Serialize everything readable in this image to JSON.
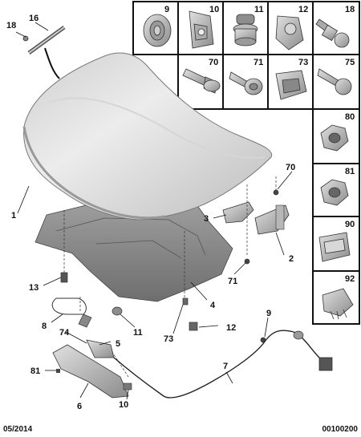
{
  "callouts": {
    "c1": "1",
    "c2": "2",
    "c3": "3",
    "c4": "4",
    "c5": "5",
    "c6": "6",
    "c7": "7",
    "c8": "8",
    "c9": "9",
    "c10": "10",
    "c11": "11",
    "c12": "12",
    "c13": "13",
    "c16": "16",
    "c18": "18",
    "c70": "70",
    "c71": "71",
    "c73": "73",
    "c74": "74",
    "c81": "81"
  },
  "parts_grid": {
    "row1": [
      "9",
      "10",
      "11",
      "12",
      "18"
    ],
    "row2": [
      "70",
      "71",
      "73",
      "75"
    ],
    "side": [
      "80",
      "81",
      "90",
      "92"
    ]
  },
  "footer": {
    "date": "05/2014",
    "code": "00100200"
  },
  "colors": {
    "hood_light": "#e6e6e6",
    "hood_shadow": "#b3b3b3",
    "insulation": "#8a8a8a",
    "part_grey": "#a8a8a8",
    "line": "#111111"
  }
}
